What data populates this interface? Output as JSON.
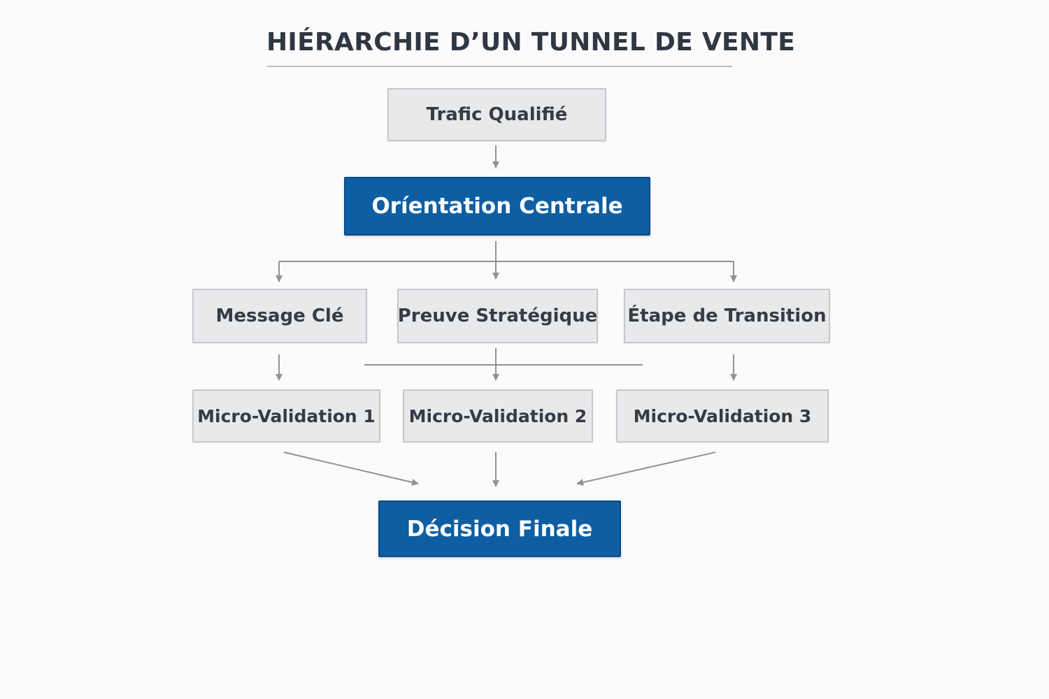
{
  "title": "HIÉRARCHIE D’UN TUNNEL DE VENTE",
  "colors": {
    "accent": "#0d5ea3",
    "node_fill": "#e8e9eb",
    "connector": "#8f9298"
  },
  "nodes": {
    "trafic": "Trafic Qualifié",
    "orientation": "Oríentation Centrale",
    "message": "Message Clé",
    "preuve": "Preuve Stratégique",
    "etape": "Étape de Transition",
    "mv1": "Micro-Validation 1",
    "mv2": "Micro-Validation 2",
    "mv3": "Micro-Validation 3",
    "decision": "Décision Finale"
  }
}
